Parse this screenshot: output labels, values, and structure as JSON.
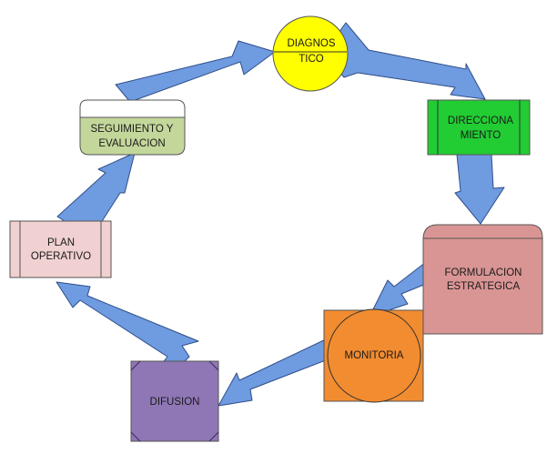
{
  "nodes": {
    "diagnostico": {
      "line1": "DIAGNOS",
      "line2": "TICO",
      "color": "#ffff00"
    },
    "direccionamiento": {
      "line1": "DIRECCIONA",
      "line2": "MIENTO",
      "color": "#22cc33"
    },
    "formulacion": {
      "line1": "FORMULACION",
      "line2": "ESTRATEGICA",
      "color": "#d99594"
    },
    "monitoria": {
      "label": "MONITORIA",
      "color": "#f28c30"
    },
    "difusion": {
      "label": "DIFUSION",
      "color": "#8f77b5"
    },
    "plan": {
      "line1": "PLAN",
      "line2": "OPERATIVO",
      "color": "#f0d0d0"
    },
    "seguimiento": {
      "line1": "SEGUIMIENTO Y",
      "line2": "EVALUACION",
      "color": "#c4d79b"
    }
  },
  "colors": {
    "arrow_fill": "#6f9be0",
    "arrow_stroke": "#2f4e8a"
  }
}
